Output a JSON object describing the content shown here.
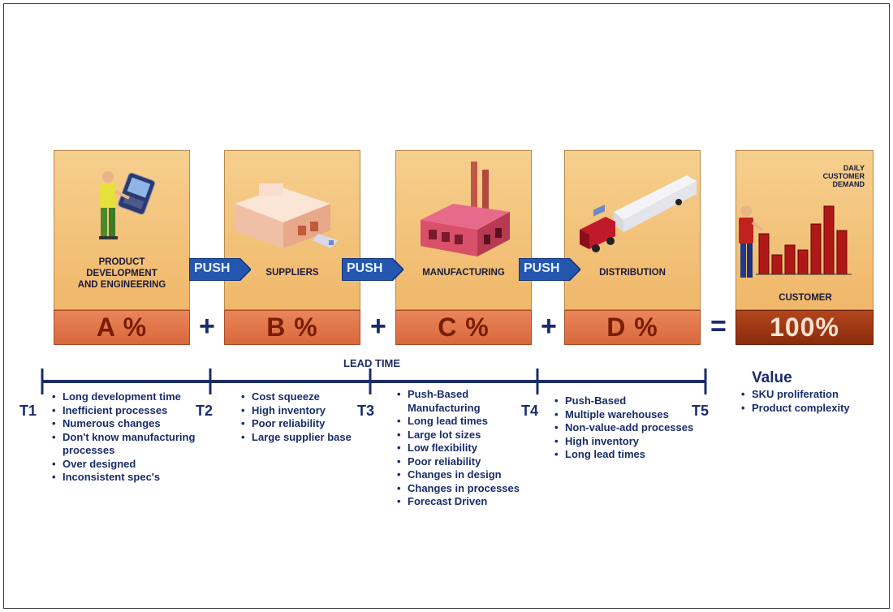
{
  "stages": [
    {
      "title": "PRODUCT\nDEVELOPMENT\nAND ENGINEERING",
      "value": "A %"
    },
    {
      "title": "SUPPLIERS",
      "value": "B %"
    },
    {
      "title": "MANUFACTURING",
      "value": "C %"
    },
    {
      "title": "DISTRIBUTION",
      "value": "D %"
    },
    {
      "title": "CUSTOMER",
      "value": "100%"
    }
  ],
  "demand_label": "DAILY\nCUSTOMER\nDEMAND",
  "push_label": "PUSH",
  "operators": [
    "+",
    "+",
    "+",
    "="
  ],
  "lead_time": "LEAD TIME",
  "timeline_labels": [
    "T1",
    "T2",
    "T3",
    "T4",
    "T5"
  ],
  "issues": {
    "development": [
      "Long development time",
      "Inefficient processes",
      "Numerous changes",
      "Don't know manufacturing processes",
      "Over designed",
      "Inconsistent spec's"
    ],
    "suppliers": [
      "Cost squeeze",
      "High inventory",
      "Poor reliability",
      "Large supplier base"
    ],
    "manufacturing": [
      "Push-Based Manufacturing",
      "Long lead times",
      "Large lot sizes",
      "Low flexibility",
      "Poor reliability",
      "Changes in design",
      "Changes in processes",
      "Forecast Driven"
    ],
    "distribution": [
      "Push-Based",
      "Multiple warehouses",
      "Non-value-add processes",
      "High inventory",
      "Long lead times"
    ]
  },
  "value": {
    "title": "Value",
    "items": [
      "SKU proliferation",
      "Product complexity"
    ]
  },
  "colors": {
    "box_top": "#f0b86a",
    "box_bottom": "#d8683c",
    "customer_bottom": "#8a2c0c",
    "push": "#1f4ea8",
    "timeline": "#1b2c6b",
    "text": "#1b2c6b"
  }
}
